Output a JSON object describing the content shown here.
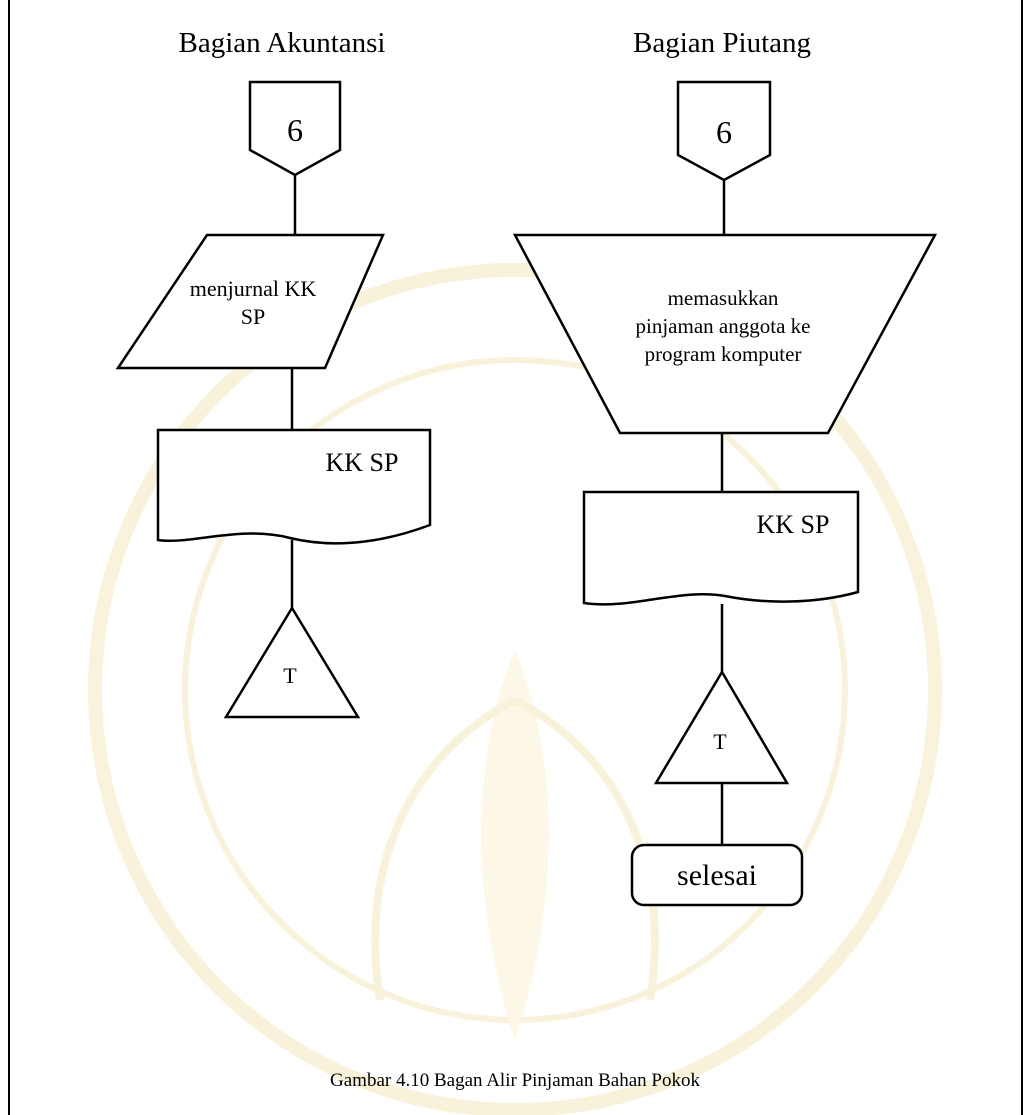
{
  "lanes": {
    "left": {
      "title": "Bagian Akuntansi"
    },
    "right": {
      "title": "Bagian Piutang"
    }
  },
  "left_flow": {
    "connector": "6",
    "process_line1": "menjurnal KK",
    "process_line2": "SP",
    "document": "KK SP",
    "file": "T"
  },
  "right_flow": {
    "connector": "6",
    "manual_line1": "memasukkan",
    "manual_line2": "pinjaman anggota ke",
    "manual_line3": "program komputer",
    "document": "KK SP",
    "file": "T",
    "terminator": "selesai"
  },
  "caption": "Gambar 4.10 Bagan Alir Pinjaman Bahan Pokok",
  "colors": {
    "watermark": "#e8c75a",
    "line": "#000000"
  }
}
